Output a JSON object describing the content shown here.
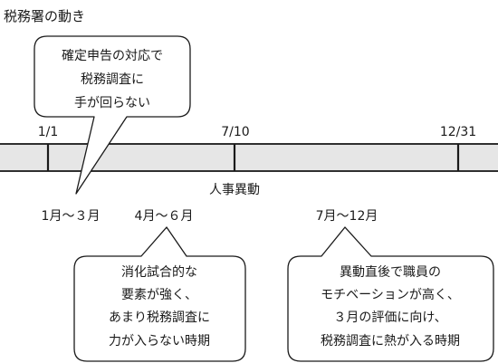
{
  "title": "税務署の動き",
  "timeline": {
    "ticks": [
      "1/1",
      "7/10",
      "12/31"
    ],
    "event": "人事異動"
  },
  "periods": [
    "1月～３月",
    "4月～６月",
    "7月～12月"
  ],
  "callouts": {
    "jan_mar": [
      "確定申告の対応で",
      "税務調査に",
      "手が回らない"
    ],
    "apr_jun": [
      "消化試合的な",
      "要素が強く、",
      "あまり税務調査に",
      "力が入らない時期"
    ],
    "jul_dec": [
      "異動直後で職員の",
      "モチベーションが高く、",
      "３月の評価に向け、",
      "税務調査に熱が入る時期"
    ]
  },
  "colors": {
    "bar_fill": "#e6e6e6",
    "stroke": "#1a1a1a",
    "text": "#1a1a1a"
  }
}
